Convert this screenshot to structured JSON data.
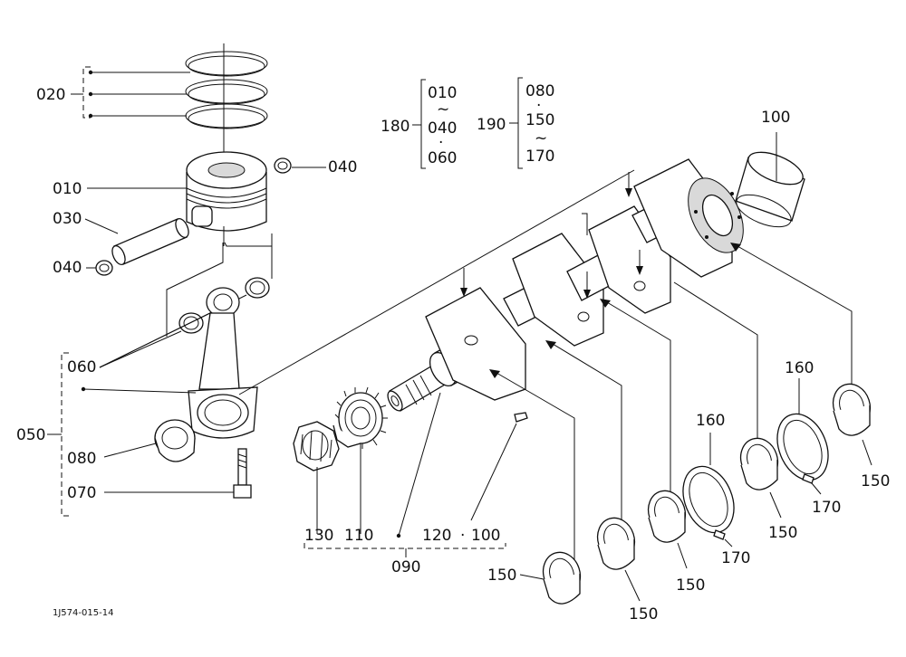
{
  "labels": {
    "l020": "020",
    "l010": "010",
    "l030": "030",
    "l040a": "040",
    "l040b": "040",
    "l060": "060",
    "l050": "050",
    "l080": "080",
    "l070": "070",
    "l180": "180",
    "l190": "190",
    "l100": "100",
    "l130": "130",
    "l110": "110",
    "l120": "120",
    "l100b": "100",
    "l090": "090",
    "l150a": "150",
    "l150b": "150",
    "l150c": "150",
    "l150d": "150",
    "l150e": "150",
    "l160a": "160",
    "l160b": "160",
    "l170a": "170",
    "l170b": "170"
  },
  "legend_180": {
    "a": "010",
    "tilde": "~",
    "b": "040",
    "dot": "·",
    "c": "060"
  },
  "legend_190": {
    "a": "080",
    "dot": "·",
    "b": "150",
    "tilde": "~",
    "c": "170"
  },
  "separator_dot": "·",
  "figure_code": "1J574-015-14"
}
